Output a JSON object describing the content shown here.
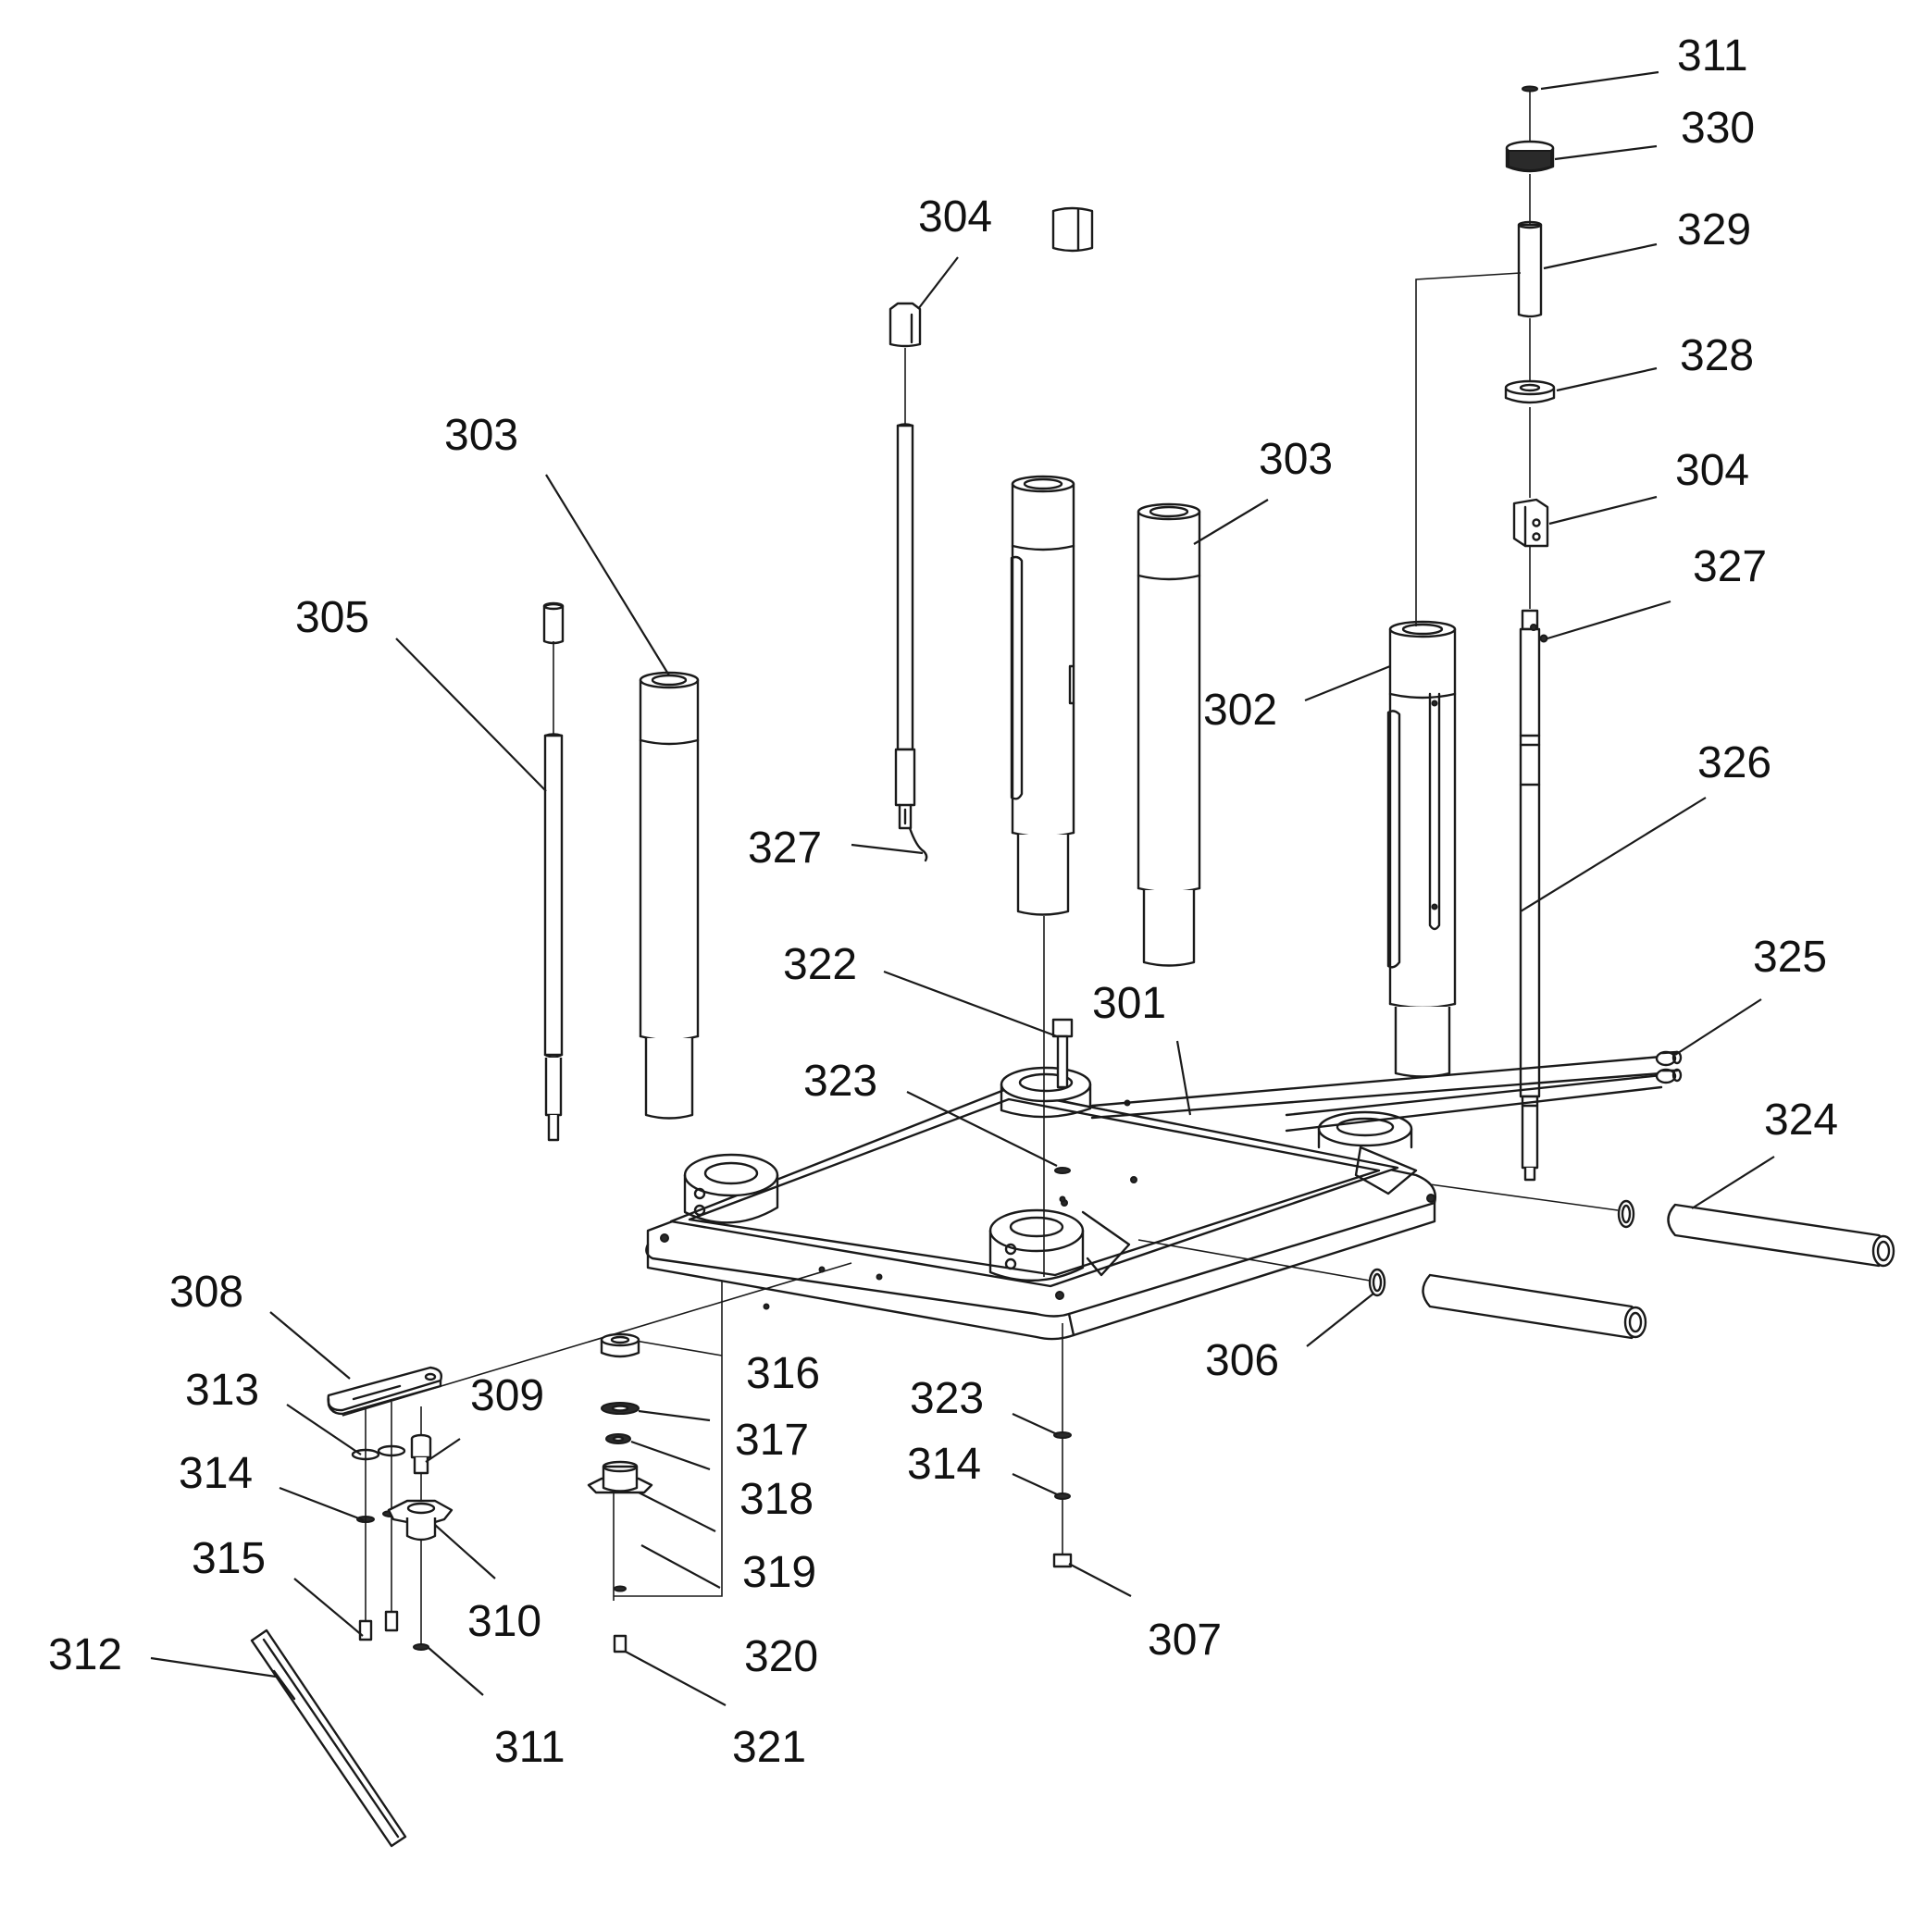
{
  "diagram": {
    "labels": {
      "l301": "301",
      "l302": "302",
      "l303a": "303",
      "l303b": "303",
      "l304a": "304",
      "l304b": "304",
      "l305": "305",
      "l306": "306",
      "l307": "307",
      "l308": "308",
      "l309": "309",
      "l310": "310",
      "l311a": "311",
      "l311b": "311",
      "l312": "312",
      "l313": "313",
      "l314a": "314",
      "l314b": "314",
      "l315": "315",
      "l316": "316",
      "l317": "317",
      "l318": "318",
      "l319": "319",
      "l320": "320",
      "l321": "321",
      "l322": "322",
      "l323a": "323",
      "l323b": "323",
      "l324": "324",
      "l325": "325",
      "l326": "326",
      "l327a": "327",
      "l327b": "327",
      "l328": "328",
      "l329": "329",
      "l330": "330"
    }
  }
}
